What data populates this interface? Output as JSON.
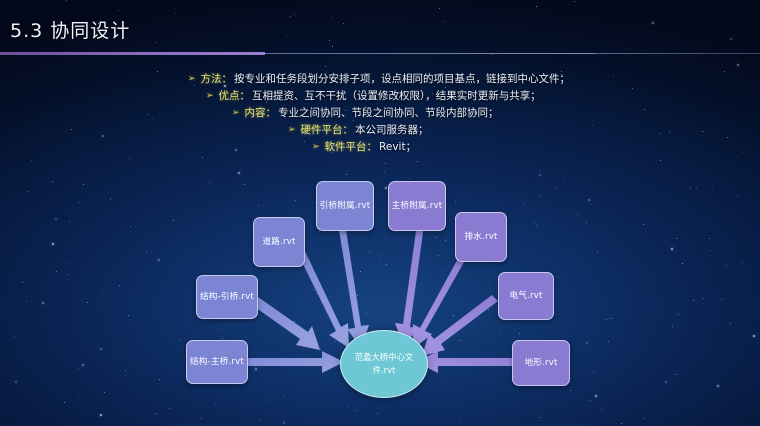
{
  "slide": {
    "title": "5.3 协同设计",
    "divider_color": "#8d6fc4",
    "background_color": "#08193d"
  },
  "bullets": [
    {
      "marker": "➢",
      "lead": "方法：",
      "rest": "按专业和任务段划分安排子项，设点相同的项目基点，链接到中心文件；"
    },
    {
      "marker": "➢",
      "lead": "优点：",
      "rest": " 互相提资、互不干扰（设置修改权限），结果实时更新与共享；"
    },
    {
      "marker": "➢",
      "lead": "内容：",
      "rest": "专业之间协同、节段之间协同、节段内部协同；"
    },
    {
      "marker": "➢",
      "lead": "硬件平台：",
      "rest": "本公司服务器；"
    },
    {
      "marker": "➢",
      "lead": "软件平台：",
      "rest": "Revit；"
    }
  ],
  "diagram": {
    "hub": {
      "label": "范蠡大桥中心文\n件.rvt",
      "line1": "范蠡大桥中心文",
      "line2": "件.rvt",
      "color": "#6dc7d4"
    },
    "node_colors": {
      "left": "#7b85d4",
      "right": "#8a7ad2"
    },
    "nodes": [
      {
        "id": "structure-main-bridge",
        "label": "结构-主桥.rvt",
        "side": "left"
      },
      {
        "id": "structure-approach-bridge",
        "label": "结构-引桥.rvt",
        "side": "left"
      },
      {
        "id": "road",
        "label": "道路.rvt",
        "side": "left"
      },
      {
        "id": "approach-bridge-ancillary",
        "label": "引桥附属.rvt",
        "side": "left"
      },
      {
        "id": "main-bridge-ancillary",
        "label": "主桥附属.rvt",
        "side": "right"
      },
      {
        "id": "drainage",
        "label": "排水.rvt",
        "side": "right"
      },
      {
        "id": "electrical",
        "label": "电气.rvt",
        "side": "right"
      },
      {
        "id": "terrain",
        "label": "地形.rvt",
        "side": "right"
      }
    ]
  }
}
